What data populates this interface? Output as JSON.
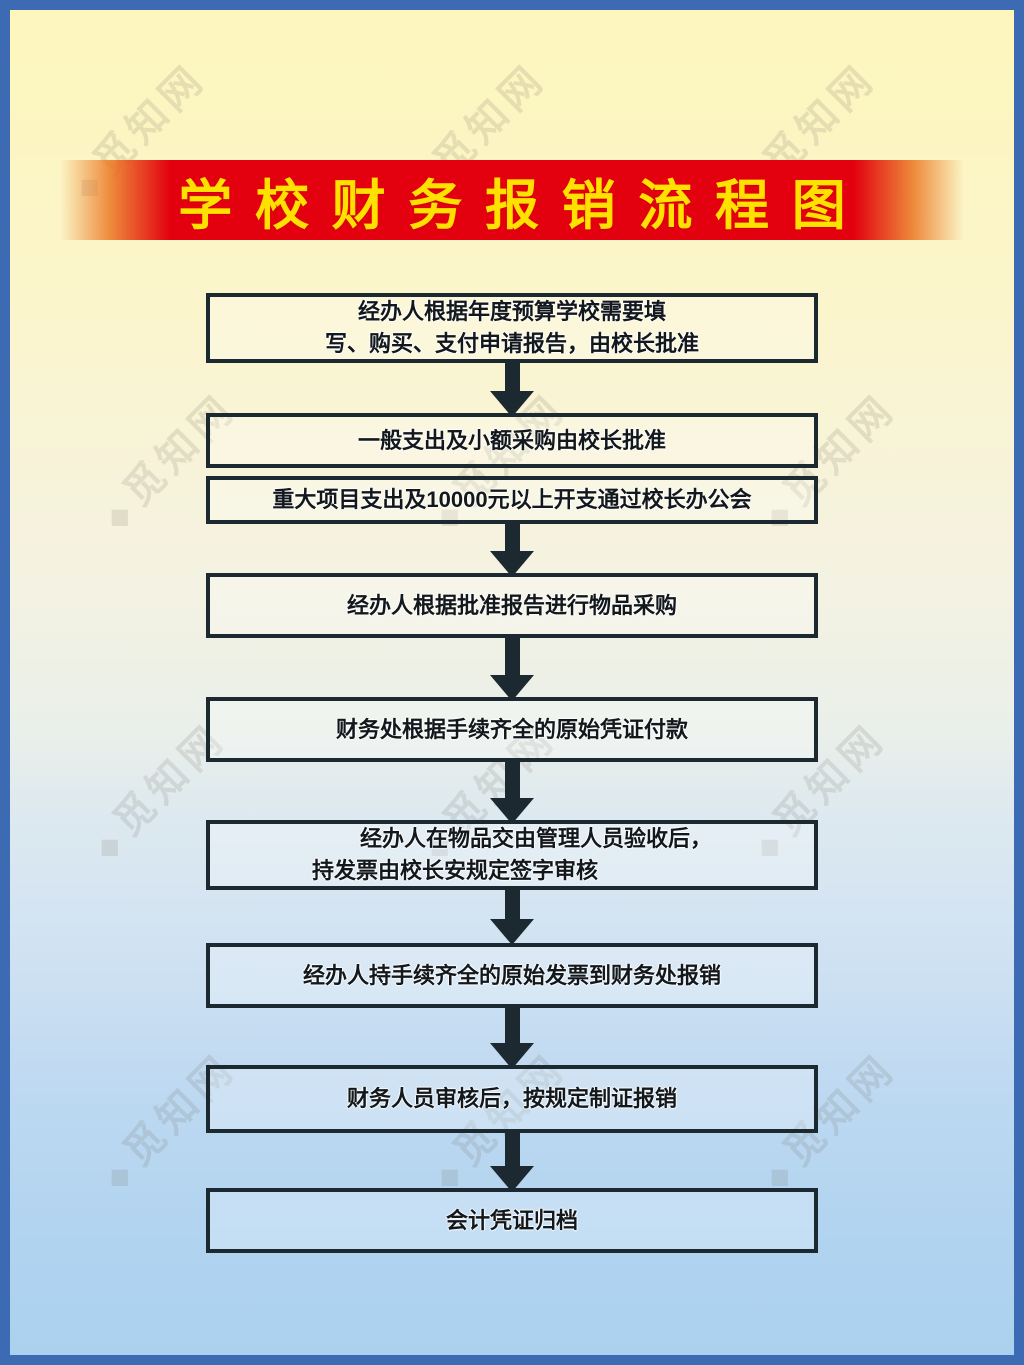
{
  "page": {
    "watermark": "觅知网",
    "watermark_logo": "◆",
    "border_color": "#3d6bb3",
    "background_top_color": "#fdf6bd",
    "background_bottom_color": "#abd1ef"
  },
  "header": {
    "title": "学校财务报销流程图",
    "banner_color": "#e3000f",
    "title_color": "#ffe100"
  },
  "flow": {
    "box_border_color": "#1d2930",
    "arrow_color": "#1d2930",
    "steps": [
      {
        "lines": [
          "经办人根据年度预算学校需要填",
          "写、购买、支付申请报告，由校长批准"
        ]
      },
      {
        "lines": [
          "一般支出及小额采购由校长批准"
        ]
      },
      {
        "lines": [
          "重大项目支出及10000元以上开支通过校长办公会"
        ]
      },
      {
        "lines": [
          "经办人根据批准报告进行物品采购"
        ]
      },
      {
        "lines": [
          "财务处根据手续齐全的原始凭证付款"
        ]
      },
      {
        "lines": [
          "经办人在物品交由管理人员验收后，",
          "持发票由校长安规定签字审核"
        ]
      },
      {
        "lines": [
          "经办人持手续齐全的原始发票到财务处报销"
        ]
      },
      {
        "lines": [
          "财务人员审核后，按规定制证报销"
        ]
      },
      {
        "lines": [
          "会计凭证归档"
        ]
      }
    ]
  }
}
